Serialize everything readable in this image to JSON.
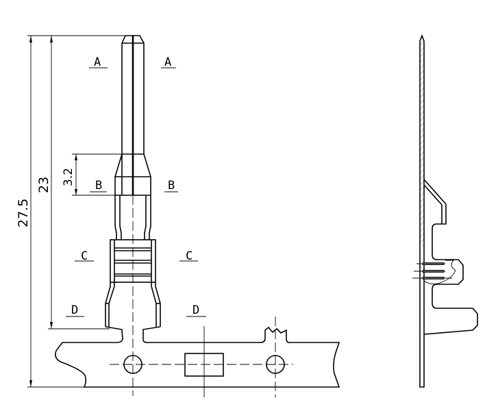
{
  "drawing": {
    "dimensions": {
      "overall_length": "27.5",
      "pin_length": "23",
      "band_length": "3.2"
    },
    "section_labels": [
      {
        "left": "A",
        "right": "A"
      },
      {
        "left": "B",
        "right": "B"
      },
      {
        "left": "C",
        "right": "C"
      },
      {
        "left": "D",
        "right": "D"
      }
    ]
  }
}
